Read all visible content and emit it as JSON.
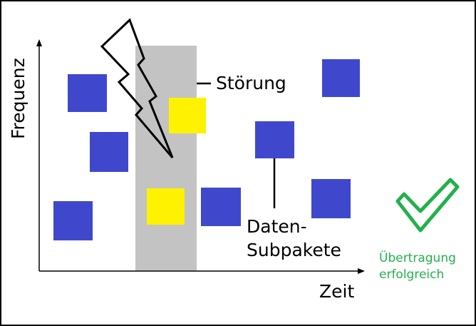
{
  "axes": {
    "y_label": "Frequenz",
    "x_label": "Zeit"
  },
  "labels": {
    "interference": "Störung",
    "packets_line1": "Daten-",
    "packets_line2": "Subpakete"
  },
  "status": {
    "line1": "Übertragung",
    "line2": "erfolgreich",
    "icon": "checkmark-icon"
  },
  "colors": {
    "packet": "#3f48cc",
    "affected_packet": "#fff200",
    "interference": "#c3c3c3",
    "success": "#22b14c"
  }
}
